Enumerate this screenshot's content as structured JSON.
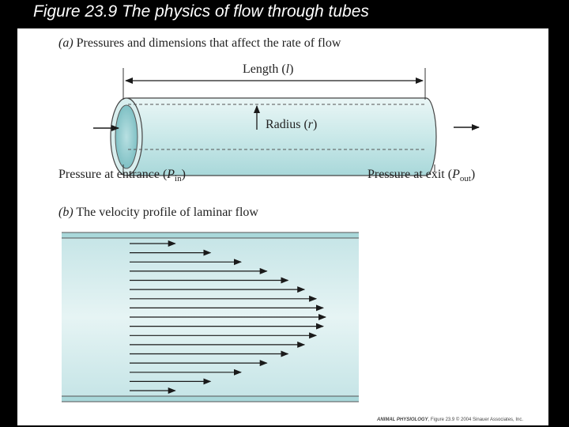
{
  "title": "Figure 23.9  The physics of flow through tubes",
  "panel_a": {
    "letter": "(a)",
    "heading": "Pressures and dimensions that affect the rate of flow",
    "length_label": "Length (",
    "length_symbol": "l",
    "radius_label": "Radius (",
    "radius_symbol": "r",
    "entrance_label": "Pressure at entrance (",
    "entrance_symbol": "P",
    "entrance_sub": "in",
    "exit_label": "Pressure at exit (",
    "exit_symbol": "P",
    "exit_sub": "out",
    "close_paren": ")"
  },
  "panel_b": {
    "letter": "(b)",
    "heading": "The velocity profile of laminar flow"
  },
  "credit": {
    "book": "ANIMAL PHYSIOLOGY",
    "text": ", Figure 23.9  © 2004 Sinauer Associates, Inc."
  },
  "colors": {
    "tube_fill": "#cfeaea",
    "tube_dark": "#8fc9cc",
    "arrow": "#1a1a1a"
  }
}
